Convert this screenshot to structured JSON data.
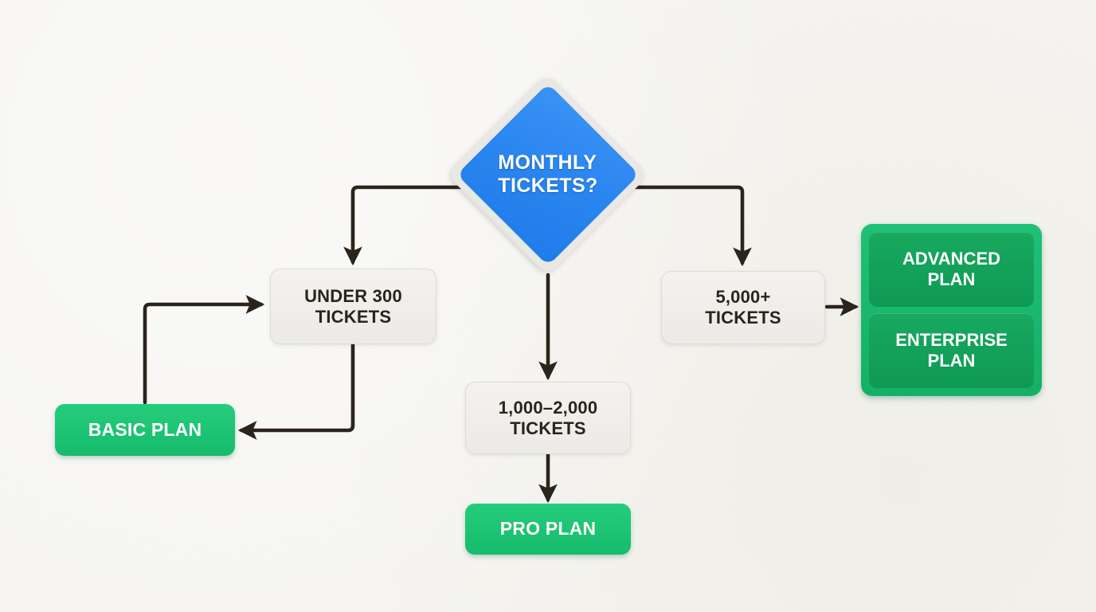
{
  "diagram": {
    "title": "Monthly ticket volume to plan selection flowchart",
    "background_color": "#f6f5f1",
    "connector_color": "#2b241c",
    "decision": {
      "label": "MONTHLY\nTICKETS?",
      "color": "#2b86f0",
      "halo_color": "#e9e8e4"
    },
    "volume_nodes": [
      {
        "id": "under-300",
        "label": "UNDER 300\nTICKETS",
        "color": "#eceae6"
      },
      {
        "id": "mid-volume",
        "label": "1,000–2,000\nTICKETS",
        "color": "#eceae6"
      },
      {
        "id": "high-volume",
        "label": "5,000+\nTICKETS",
        "color": "#eceae6"
      }
    ],
    "plan_nodes": [
      {
        "id": "basic-plan",
        "label": "BASIC PLAN",
        "color": "#1fc474"
      },
      {
        "id": "pro-plan",
        "label": "PRO PLAN",
        "color": "#1fc474"
      }
    ],
    "plan_group": {
      "id": "enterprise-group",
      "color": "#18b368",
      "items": [
        {
          "id": "advanced-plan",
          "label": "ADVANCED\nPLAN",
          "color": "#14a05a"
        },
        {
          "id": "enterprise-plan",
          "label": "ENTERPRISE\nPLAN",
          "color": "#14a05a"
        }
      ]
    },
    "connectors": [
      {
        "id": "decision-to-under-300",
        "from": "MONTHLY TICKETS?",
        "to": "UNDER 300 TICKETS"
      },
      {
        "id": "decision-to-mid-volume",
        "from": "MONTHLY TICKETS?",
        "to": "1,000–2,000 TICKETS"
      },
      {
        "id": "decision-to-high-volume",
        "from": "MONTHLY TICKETS?",
        "to": "5,000+ TICKETS"
      },
      {
        "id": "under-300-to-basic",
        "from": "UNDER 300 TICKETS",
        "to": "BASIC PLAN"
      },
      {
        "id": "loop-to-under-300",
        "from": "BASIC PLAN",
        "to": "UNDER 300 TICKETS"
      },
      {
        "id": "mid-volume-to-pro",
        "from": "1,000–2,000 TICKETS",
        "to": "PRO PLAN"
      },
      {
        "id": "high-volume-to-group",
        "from": "5,000+ TICKETS",
        "to": "ADVANCED PLAN"
      }
    ]
  }
}
